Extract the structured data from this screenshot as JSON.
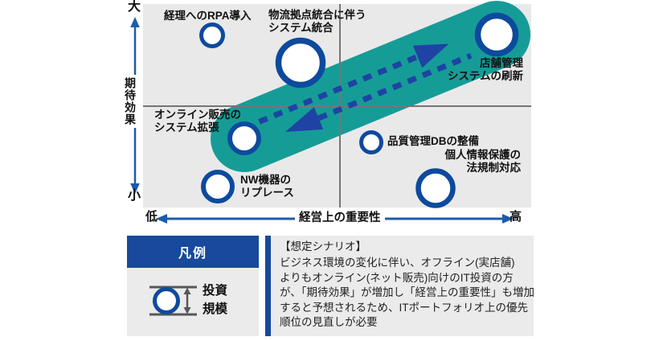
{
  "colors": {
    "band_teal": "#169c97",
    "bubble_ring_blue": "#0d4a9e",
    "dash_arrow_blue": "#1e43a4",
    "panel_header_blue": "#17499c",
    "axis_arrow_blue": "#1c5cac",
    "plot_background": "#e9e9e9",
    "panel_background": "#ebebeb",
    "quadrant_line_gray": "#757575",
    "legend_mark_gray": "#575757"
  },
  "chart": {
    "y_axis": {
      "max_label": "大",
      "min_label": "小",
      "label": "期待効果"
    },
    "x_axis": {
      "min_label": "低",
      "max_label": "高",
      "label": "経営上の重要性"
    },
    "bubbles": [
      {
        "label": "経理へのRPA導入"
      },
      {
        "label": "物流拠点統合に伴う\nシステム統合"
      },
      {
        "label": "店舗管理\nシステムの刷新"
      },
      {
        "label": "オンライン販売の\nシステム拡張"
      },
      {
        "label": "NW機器の\nリプレース"
      },
      {
        "label": "品質管理DBの整備"
      },
      {
        "label": "個人情報保護の\n法規制対応"
      }
    ]
  },
  "legend": {
    "title": "凡例",
    "size_label": "投資\n規模"
  },
  "scenario": {
    "title": "【想定シナリオ】",
    "body": "ビジネス環境の変化に伴い、オフライン(実店舗)\nよりもオンライン(ネット販売)向けのIT投資の方\nが、「期待効果」が増加し「経営上の重要性」も増加\nすると予想されるため、ITポートフォリオ上の優先\n順位の見直しが必要"
  }
}
